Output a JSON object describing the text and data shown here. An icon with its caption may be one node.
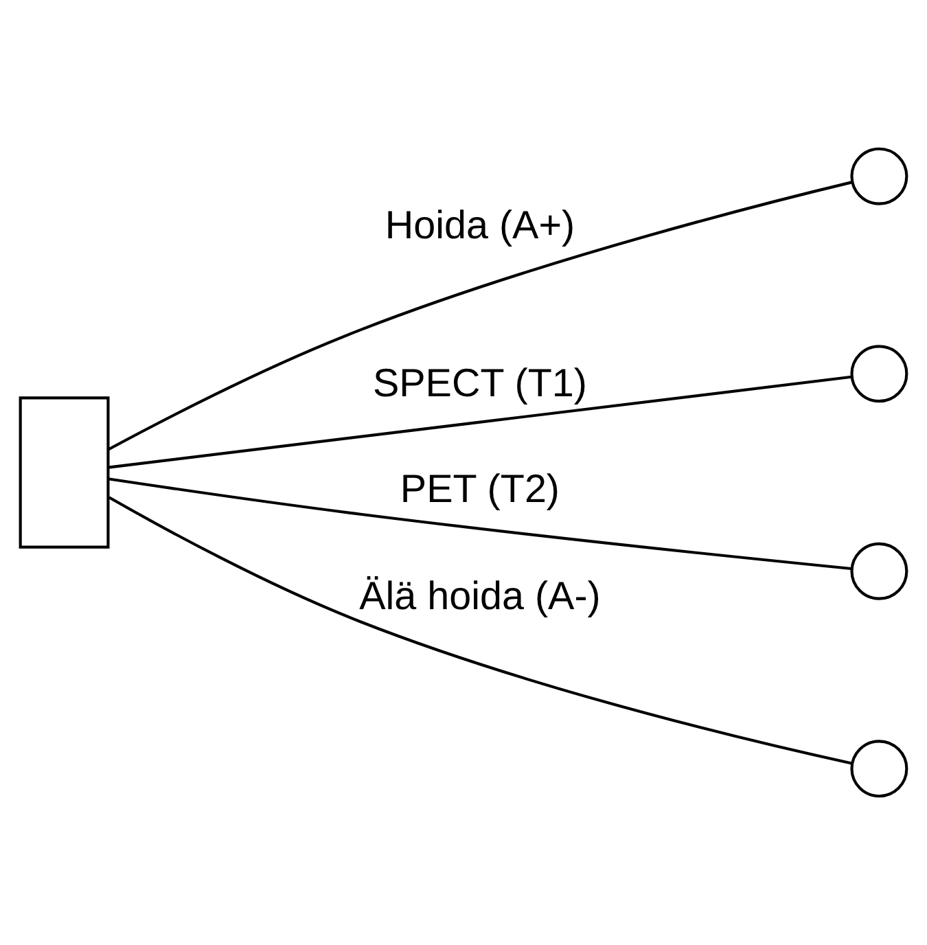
{
  "diagram": {
    "nodes": [
      {
        "text": [],
        "shape": "box"
      },
      {
        "text": [],
        "shape": "circle"
      },
      {
        "text": [],
        "shape": "circle"
      },
      {
        "text": [],
        "shape": "circle"
      },
      {
        "text": [],
        "shape": "circle"
      }
    ],
    "edges": [
      {
        "from": 0,
        "to": 1,
        "arrow": "none",
        "label": "Hoida (A+)"
      },
      {
        "from": 0,
        "to": 2,
        "arrow": "none",
        "label": "SPECT (T1)"
      },
      {
        "from": 0,
        "to": 3,
        "arrow": "none",
        "label": "PET (T2)"
      },
      {
        "from": 0,
        "to": 4,
        "arrow": "none",
        "label": "Älä hoida (A-)"
      }
    ]
  }
}
